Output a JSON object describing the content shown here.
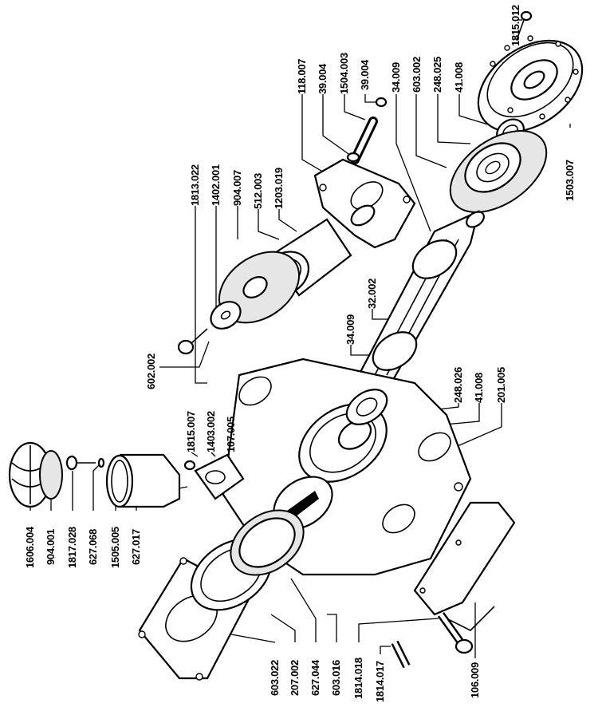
{
  "diagram": {
    "type": "exploded-parts-view",
    "colors": {
      "ink": "#000000",
      "paper": "#ffffff"
    },
    "labels": [
      {
        "id": "l1815-012",
        "text": "1815.012"
      },
      {
        "id": "l118-007",
        "text": "118.007"
      },
      {
        "id": "l39-004a",
        "text": "39.004"
      },
      {
        "id": "l1504-003",
        "text": "1504.003"
      },
      {
        "id": "l39-004b",
        "text": "39.004"
      },
      {
        "id": "l34-009a",
        "text": "34.009"
      },
      {
        "id": "l603-002",
        "text": "603.002"
      },
      {
        "id": "l248-025",
        "text": "248.025"
      },
      {
        "id": "l41-008a",
        "text": "41.008"
      },
      {
        "id": "l1503-007",
        "text": "1503.007"
      },
      {
        "id": "l1813-022",
        "text": "1813.022"
      },
      {
        "id": "l1402-001",
        "text": "1402.001"
      },
      {
        "id": "l904-007",
        "text": "904.007"
      },
      {
        "id": "l512-003",
        "text": "512.003"
      },
      {
        "id": "l1203-019",
        "text": "1203.019"
      },
      {
        "id": "l32-002",
        "text": "32.002"
      },
      {
        "id": "l34-009b",
        "text": "34.009"
      },
      {
        "id": "l602-002",
        "text": "602.002"
      },
      {
        "id": "l248-026",
        "text": "248.026"
      },
      {
        "id": "l41-008b",
        "text": "41.008"
      },
      {
        "id": "l201-005",
        "text": "201.005"
      },
      {
        "id": "l1815-007",
        "text": "1815.007"
      },
      {
        "id": "l1403-002",
        "text": "1403.002"
      },
      {
        "id": "l107-005",
        "text": "107.005"
      },
      {
        "id": "l1606-004",
        "text": "1606.004"
      },
      {
        "id": "l904-001",
        "text": "904.001"
      },
      {
        "id": "l1817-028",
        "text": "1817.028"
      },
      {
        "id": "l627-068",
        "text": "627.068"
      },
      {
        "id": "l1505-005",
        "text": "1505.005"
      },
      {
        "id": "l627-017",
        "text": "627.017"
      },
      {
        "id": "l603-022",
        "text": "603.022"
      },
      {
        "id": "l207-002",
        "text": "207.002"
      },
      {
        "id": "l627-044",
        "text": "627.044"
      },
      {
        "id": "l603-016",
        "text": "603.016"
      },
      {
        "id": "l1814-018",
        "text": "1814.018"
      },
      {
        "id": "l1814-017",
        "text": "1814.017"
      },
      {
        "id": "l106-009",
        "text": "106.009"
      }
    ]
  }
}
